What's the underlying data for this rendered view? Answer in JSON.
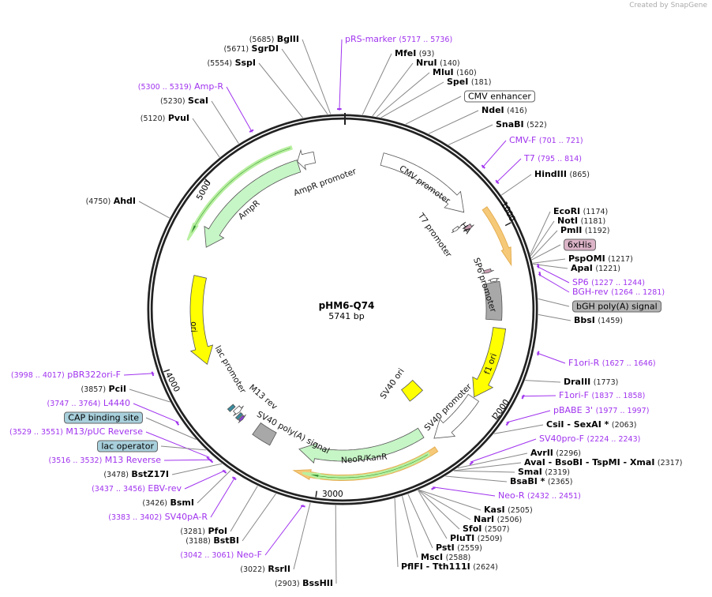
{
  "credit": "Created by SnapGene",
  "plasmid": {
    "name": "pHM6-Q74",
    "length_label": "5741 bp",
    "length": 5741
  },
  "ticks": [
    "1000",
    "2000",
    "3000",
    "4000",
    "5000"
  ],
  "colors": {
    "primer": "#a033ee",
    "ring": "#222222",
    "orf_halo": "#f5c46a",
    "orf_line": "#e08a00"
  },
  "features": [
    {
      "name": "CMV promoter",
      "start": 235,
      "end": 818,
      "dir": 1,
      "color": "#ffffff"
    },
    {
      "name": "T7 promoter",
      "start": 863,
      "end": 881,
      "dir": 1,
      "color": "#ffffff"
    },
    {
      "name": "HA",
      "start": 895,
      "end": 921,
      "dir": 1,
      "color": "#c89cb0"
    },
    {
      "name": "",
      "start": 1190,
      "end": 1210,
      "dir": 1,
      "color": "#c89cb0"
    },
    {
      "name": "SP6 promoter",
      "start": 1250,
      "end": 1268,
      "dir": -1,
      "color": "#ffffff"
    },
    {
      "name": "",
      "start": 1273,
      "end": 1497,
      "dir": 0,
      "color": "#a8a8a8"
    },
    {
      "name": "f1 ori",
      "start": 1543,
      "end": 1971,
      "dir": 1,
      "color": "#ffff00"
    },
    {
      "name": "SV40 promoter",
      "start": 1977,
      "end": 2306,
      "dir": 1,
      "color": "#ffffff"
    },
    {
      "name": "SV40 ori",
      "start": 2157,
      "end": 2292,
      "dir": 0,
      "color": "#ffff00"
    },
    {
      "name": "NeoR/KanR",
      "start": 2353,
      "end": 3147,
      "dir": 1,
      "color": "#c6f5c6"
    },
    {
      "name": "SV40 poly(A) signal",
      "start": 3321,
      "end": 3442,
      "dir": 0,
      "color": "#a8a8a8"
    },
    {
      "name": "M13 rev",
      "start": 3545,
      "end": 3561,
      "dir": -1,
      "color": "#8b3fd8"
    },
    {
      "name": "",
      "start": 3566,
      "end": 3583,
      "dir": 0,
      "color": "#3a8c9e"
    },
    {
      "name": "lac promoter",
      "start": 3591,
      "end": 3621,
      "dir": -1,
      "color": "#ffffff"
    },
    {
      "name": "",
      "start": 3633,
      "end": 3654,
      "dir": 0,
      "color": "#3a8c9e"
    },
    {
      "name": "ori",
      "start": 3955,
      "end": 4513,
      "dir": -1,
      "color": "#ffff00"
    },
    {
      "name": "AmpR",
      "start": 4697,
      "end": 5470,
      "dir": -1,
      "color": "#c6f5c6"
    },
    {
      "name": "AmpR promoter",
      "start": 5470,
      "end": 5574,
      "dir": -1,
      "color": "#ffffff"
    }
  ],
  "orfs": [
    {
      "start": 870,
      "end": 1200,
      "dir": 1,
      "color": "#f5c46a"
    },
    {
      "start": 2330,
      "end": 3140,
      "dir": 1,
      "color": "#f5c46a"
    },
    {
      "start": 2380,
      "end": 3090,
      "dir": 1,
      "color": "#3aa83a"
    },
    {
      "start": 4690,
      "end": 5460,
      "dir": -1,
      "color": "#3aa83a"
    }
  ],
  "labels_left": [
    {
      "type": "enzyme",
      "name": "BglII",
      "pos": "(5685)",
      "bp": 5685
    },
    {
      "type": "enzyme",
      "name": "SgrDI",
      "pos": "(5671)",
      "bp": 5671
    },
    {
      "type": "enzyme",
      "name": "SspI",
      "pos": "(5554)",
      "bp": 5554
    },
    {
      "type": "primer",
      "name": "Amp-R",
      "pos": "(5300 .. 5319)",
      "bp": 5310
    },
    {
      "type": "enzyme",
      "name": "ScaI",
      "pos": "(5230)",
      "bp": 5230
    },
    {
      "type": "enzyme",
      "name": "PvuI",
      "pos": "(5120)",
      "bp": 5120
    },
    {
      "type": "enzyme",
      "name": "AhdI",
      "pos": "(4750)",
      "bp": 4750
    },
    {
      "type": "primer",
      "name": "pBR322ori-F",
      "pos": "(3998 .. 4017)",
      "bp": 4008
    },
    {
      "type": "enzyme",
      "name": "PciI",
      "pos": "(3857)",
      "bp": 3857
    },
    {
      "type": "primer",
      "name": "L4440",
      "pos": "(3747 .. 3764)",
      "bp": 3755
    },
    {
      "type": "box",
      "name": "CAP binding site",
      "pos": "",
      "bp": 3643,
      "color": "#a8d0dc"
    },
    {
      "type": "primer",
      "name": "M13/pUC Reverse",
      "pos": "(3529 .. 3551)",
      "bp": 3540
    },
    {
      "type": "box",
      "name": "lac operator",
      "pos": "",
      "bp": 3575,
      "color": "#a8d0dc"
    },
    {
      "type": "primer",
      "name": "M13 Reverse",
      "pos": "(3516 .. 3532)",
      "bp": 3524
    },
    {
      "type": "enzyme",
      "name": "BstZ17I",
      "pos": "(3478)",
      "bp": 3478
    },
    {
      "type": "primer",
      "name": "EBV-rev",
      "pos": "(3437 .. 3456)",
      "bp": 3446
    },
    {
      "type": "enzyme",
      "name": "BsmI",
      "pos": "(3426)",
      "bp": 3426
    },
    {
      "type": "primer",
      "name": "SV40pA-R",
      "pos": "(3383 .. 3402)",
      "bp": 3392
    },
    {
      "type": "enzyme",
      "name": "PfoI",
      "pos": "(3281)",
      "bp": 3281
    },
    {
      "type": "enzyme",
      "name": "BstBI",
      "pos": "(3188)",
      "bp": 3188
    },
    {
      "type": "primer",
      "name": "Neo-F",
      "pos": "(3042 .. 3061)",
      "bp": 3052
    },
    {
      "type": "enzyme",
      "name": "RsrII",
      "pos": "(3022)",
      "bp": 3022
    },
    {
      "type": "enzyme",
      "name": "BssHII",
      "pos": "(2903)",
      "bp": 2903
    }
  ],
  "labels_right": [
    {
      "type": "primer",
      "name": "pRS-marker",
      "pos": "(5717 .. 5736)",
      "bp": 5726
    },
    {
      "type": "enzyme",
      "name": "MfeI",
      "pos": "(93)",
      "bp": 93
    },
    {
      "type": "enzyme",
      "name": "NruI",
      "pos": "(140)",
      "bp": 140
    },
    {
      "type": "enzyme",
      "name": "MluI",
      "pos": "(160)",
      "bp": 160
    },
    {
      "type": "enzyme",
      "name": "SpeI",
      "pos": "(181)",
      "bp": 181
    },
    {
      "type": "box",
      "name": "CMV enhancer",
      "pos": "",
      "bp": 300,
      "color": "#ffffff"
    },
    {
      "type": "enzyme",
      "name": "NdeI",
      "pos": "(416)",
      "bp": 416
    },
    {
      "type": "enzyme",
      "name": "SnaBI",
      "pos": "(522)",
      "bp": 522
    },
    {
      "type": "primer",
      "name": "CMV-F",
      "pos": "(701 .. 721)",
      "bp": 711
    },
    {
      "type": "primer",
      "name": "T7",
      "pos": "(795 .. 814)",
      "bp": 805
    },
    {
      "type": "enzyme",
      "name": "HindIII",
      "pos": "(865)",
      "bp": 865
    },
    {
      "type": "enzyme",
      "name": "EcoRI",
      "pos": "(1174)",
      "bp": 1174
    },
    {
      "type": "enzyme",
      "name": "NotI",
      "pos": "(1181)",
      "bp": 1181
    },
    {
      "type": "enzyme",
      "name": "PmlI",
      "pos": "(1192)",
      "bp": 1192
    },
    {
      "type": "box",
      "name": "6xHis",
      "pos": "",
      "bp": 1200,
      "color": "#dcb4c8"
    },
    {
      "type": "enzyme",
      "name": "PspOMI",
      "pos": "(1217)",
      "bp": 1217
    },
    {
      "type": "enzyme",
      "name": "ApaI",
      "pos": "(1221)",
      "bp": 1221
    },
    {
      "type": "primer",
      "name": "SP6",
      "pos": "(1227 .. 1244)",
      "bp": 1235
    },
    {
      "type": "primer",
      "name": "BGH-rev",
      "pos": "(1264 .. 1281)",
      "bp": 1272
    },
    {
      "type": "box",
      "name": "bGH poly(A) signal",
      "pos": "",
      "bp": 1385,
      "color": "#b4b4b4"
    },
    {
      "type": "enzyme",
      "name": "BbsI",
      "pos": "(1459)",
      "bp": 1459
    },
    {
      "type": "primer",
      "name": "F1ori-R",
      "pos": "(1627 .. 1646)",
      "bp": 1636
    },
    {
      "type": "enzyme",
      "name": "DraIII",
      "pos": "(1773)",
      "bp": 1773
    },
    {
      "type": "primer",
      "name": "F1ori-F",
      "pos": "(1837 .. 1858)",
      "bp": 1847
    },
    {
      "type": "primer",
      "name": "pBABE 3'",
      "pos": "(1977 .. 1997)",
      "bp": 1987
    },
    {
      "type": "enzyme",
      "name": "CsiI  - SexAI *",
      "pos": "(2063)",
      "bp": 2063
    },
    {
      "type": "primer",
      "name": "SV40pro-F",
      "pos": "(2224 .. 2243)",
      "bp": 2233
    },
    {
      "type": "enzyme",
      "name": "AvrII",
      "pos": "(2296)",
      "bp": 2296
    },
    {
      "type": "enzyme",
      "name": "AvaI  - BsoBI  - TspMI  - XmaI",
      "pos": "(2317)",
      "bp": 2317
    },
    {
      "type": "enzyme",
      "name": "SmaI",
      "pos": "(2319)",
      "bp": 2319
    },
    {
      "type": "enzyme",
      "name": "BsaBI *",
      "pos": "(2365)",
      "bp": 2365
    },
    {
      "type": "primer",
      "name": "Neo-R",
      "pos": "(2432 .. 2451)",
      "bp": 2441
    },
    {
      "type": "enzyme",
      "name": "KasI",
      "pos": "(2505)",
      "bp": 2505
    },
    {
      "type": "enzyme",
      "name": "NarI",
      "pos": "(2506)",
      "bp": 2506
    },
    {
      "type": "enzyme",
      "name": "SfoI",
      "pos": "(2507)",
      "bp": 2507
    },
    {
      "type": "enzyme",
      "name": "PluTI",
      "pos": "(2509)",
      "bp": 2509
    },
    {
      "type": "enzyme",
      "name": "PstI",
      "pos": "(2559)",
      "bp": 2559
    },
    {
      "type": "enzyme",
      "name": "MscI",
      "pos": "(2588)",
      "bp": 2588
    },
    {
      "type": "enzyme",
      "name": "PflFI  - Tth111I",
      "pos": "(2624)",
      "bp": 2624
    }
  ]
}
